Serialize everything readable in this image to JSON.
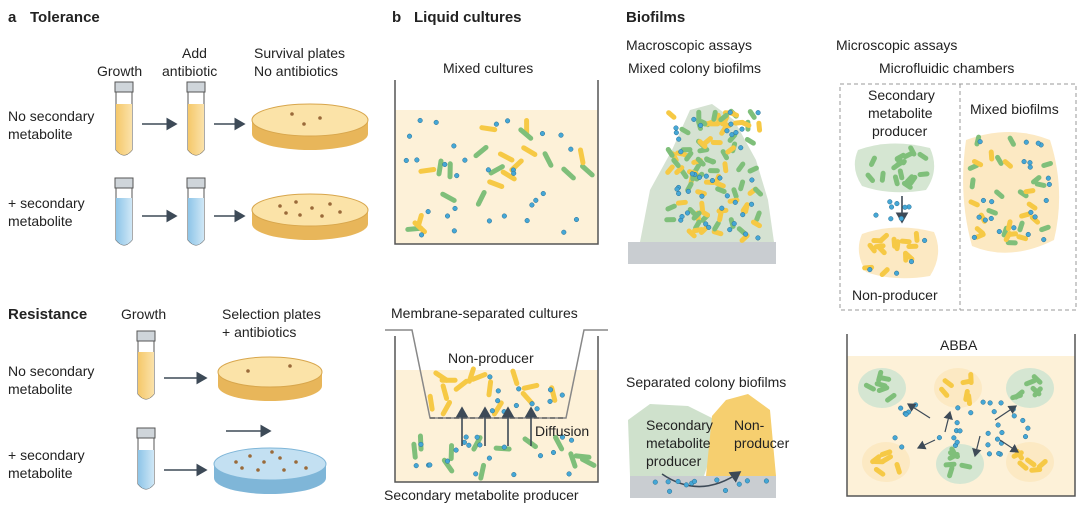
{
  "panel_a": {
    "letter": "a",
    "title": "Tolerance",
    "col_growth": "Growth",
    "col_add_1": "Add",
    "col_add_2": "antibiotic",
    "col_survival_1": "Survival plates",
    "col_survival_2": "No antibiotics",
    "row1_1": "No secondary",
    "row1_2": "metabolite",
    "row2_1": "+ secondary",
    "row2_2": "metabolite"
  },
  "resistance": {
    "title": "Resistance",
    "col_growth": "Growth",
    "col_sel_1": "Selection plates",
    "col_sel_2": "+ antibiotics",
    "row1_1": "No secondary",
    "row1_2": "metabolite",
    "row2_1": "+ secondary",
    "row2_2": "metabolite"
  },
  "panel_b": {
    "letter": "b",
    "title": "Liquid cultures",
    "mixed": "Mixed cultures",
    "membrane": "Membrane-separated cultures",
    "non_producer": "Non-producer",
    "diffusion": "Diffusion",
    "producer": "Secondary metabolite producer"
  },
  "biofilms": {
    "title": "Biofilms",
    "macro": "Macroscopic assays",
    "mixed_colony": "Mixed colony biofilms",
    "separated": "Separated colony biofilms",
    "sep_prod_1": "Secondary",
    "sep_prod_2": "metabolite",
    "sep_prod_3": "producer",
    "sep_non_1": "Non-",
    "sep_non_2": "producer",
    "micro": "Microscopic assays",
    "microfluidic": "Microfluidic chambers",
    "mf_prod_1": "Secondary",
    "mf_prod_2": "metabolite",
    "mf_prod_3": "producer",
    "mf_mixed": "Mixed biofilms",
    "mf_non": "Non-producer",
    "abba": "ABBA"
  },
  "colors": {
    "yellow": "#f6c945",
    "green": "#7fbf7a",
    "blue_dot": "#45a7d6",
    "medium": "#fdf1d8",
    "tube_yellow": "#f7d48a",
    "tube_blue": "#a9d3ee",
    "plate": "#f6cf7a",
    "plate_blue": "#a8d2ec",
    "arrow": "#3d4a57"
  }
}
